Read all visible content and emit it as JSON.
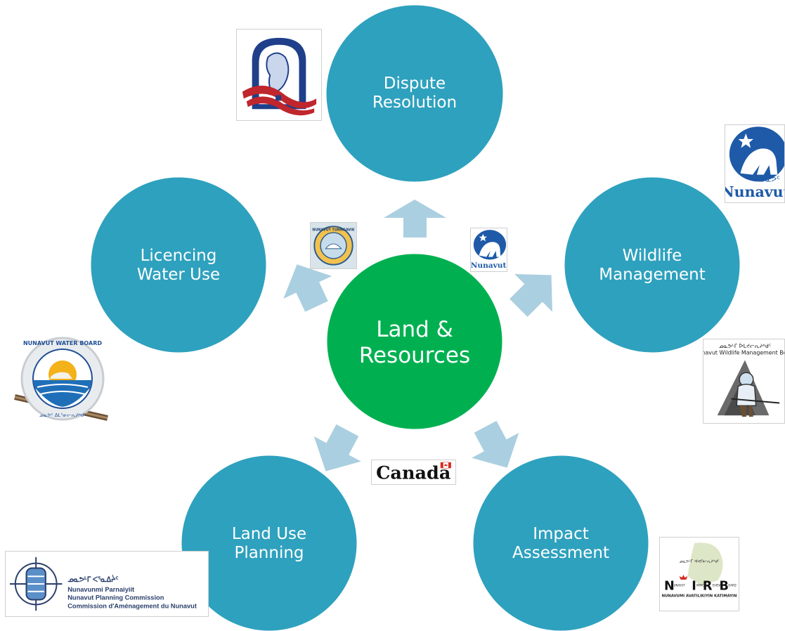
{
  "center": {
    "line1": "Land &",
    "line2": "Resources",
    "color": "#00b050"
  },
  "nodes": {
    "dispute": {
      "line1": "Dispute",
      "line2": "Resolution"
    },
    "wildlife": {
      "line1": "Wildlife",
      "line2": "Management"
    },
    "impact": {
      "line1": "Impact",
      "line2": "Assessment"
    },
    "landuse": {
      "line1": "Land Use",
      "line2": "Planning"
    },
    "licencing": {
      "line1": "Licencing",
      "line2": "Water Use"
    }
  },
  "colors": {
    "node": "#2ea1be",
    "arrow": "#aacfe0",
    "center": "#00b050"
  },
  "logos": {
    "canada": {
      "word": "Canada"
    },
    "nunavut_small": {
      "word": "Nunavut"
    },
    "nunavut_large": {
      "word": "Nunavut"
    },
    "water_board": {
      "ring_top": "NUNAVUT WATER BOARD",
      "ring_bottom": "ᓄᓇᕗᑦ ᐃᒪᕐᓂᓕᕆᔨᒃᑯᑦ"
    },
    "tunngavik": {
      "ring": "NUNAVUT TUNNGAVIK"
    },
    "npc": {
      "syllabics": "ᓄᓇᕗᒻᒥ ᐸᕐᓇᐃᔩᑦ",
      "line1": "Nunavunmi Parnaiyiit",
      "line2": "Nunavut Planning Commission",
      "line3": "Commission d'Aménagement du Nunavut"
    },
    "nirb": {
      "syllabics": "ᓄᓇᕗᒻᒥ ᐊᕙᑎᓕᕆᔨᒃᑯᑦ",
      "n": "N",
      "i": "I",
      "r": "R",
      "b": "B",
      "sub_unavut": "UNAVUT",
      "sub_impact": "MPACT",
      "sub_review": "EVIEW",
      "sub_oard": "OARD",
      "bottom": "NUNAVUMI AVATILIKIYIN KATIMAYIN"
    },
    "nwmb": {
      "ring": "Nunavut Wildlife Management Board",
      "syllabics": "ᓄᓇᕗᒻᒥ ᐆᒪᔪᓕᕆᔨᒃᑯᑦ"
    }
  }
}
